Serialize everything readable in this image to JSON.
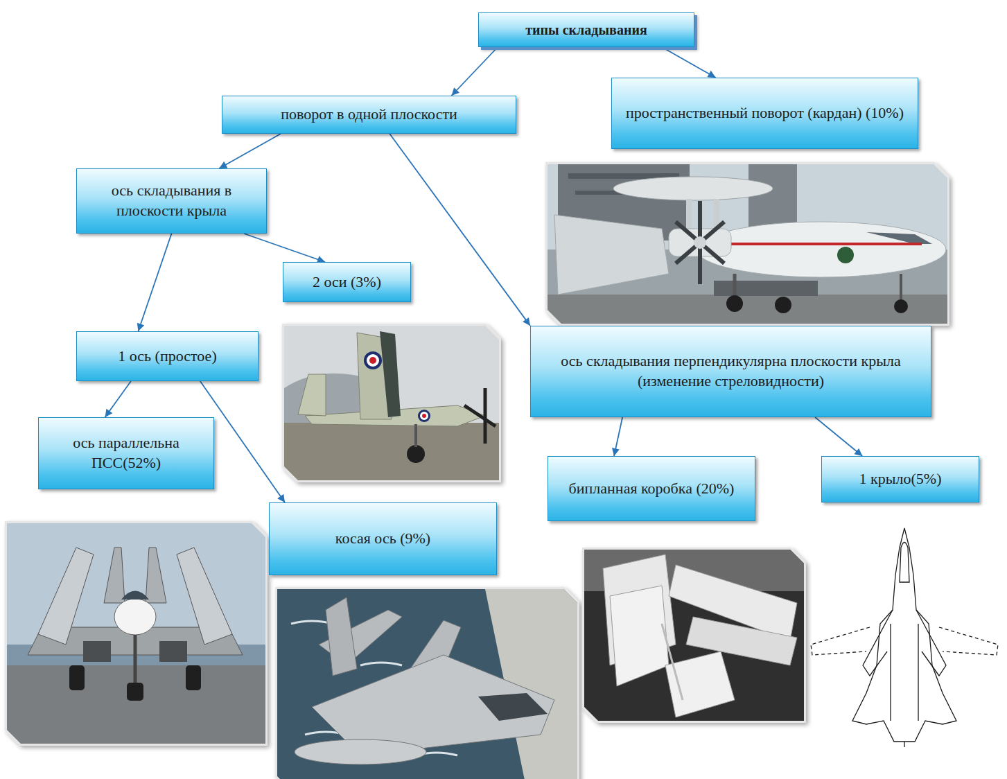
{
  "diagram": {
    "nodes": [
      {
        "text": [
          "типы складывания"
        ]
      },
      {
        "text": [
          "поворот в одной плоскости"
        ]
      },
      {
        "text": [
          "пространственный поворот (кардан) (10%)"
        ]
      },
      {
        "text": [
          "ось складывания в плоскости крыла"
        ]
      },
      {
        "text": [
          "2 оси (3%)"
        ]
      },
      {
        "text": [
          "ось складывания перпендикулярна плоскости крыла (изменение стреловидности)"
        ]
      },
      {
        "text": [
          "1 ось (простое)"
        ]
      },
      {
        "text": [
          "ось параллельна ПСС(52%)"
        ]
      },
      {
        "text": [
          "бипланная коробка (20%)"
        ]
      },
      {
        "text": [
          "1 крыло(5%)"
        ]
      },
      {
        "text": [
          "косая ось (9%)"
        ]
      }
    ],
    "edges": [
      {
        "from": 0,
        "to": 1,
        "arrow": "to"
      },
      {
        "from": 0,
        "to": 2,
        "arrow": "to"
      },
      {
        "from": 1,
        "to": 3,
        "arrow": "to"
      },
      {
        "from": 1,
        "to": 5,
        "arrow": "to"
      },
      {
        "from": 3,
        "to": 6,
        "arrow": "to"
      },
      {
        "from": 3,
        "to": 4,
        "arrow": "to"
      },
      {
        "from": 6,
        "to": 7,
        "arrow": "to"
      },
      {
        "from": 6,
        "to": 10,
        "arrow": "to"
      },
      {
        "from": 5,
        "to": 8,
        "arrow": "to"
      },
      {
        "from": 5,
        "to": 9,
        "arrow": "to"
      }
    ]
  }
}
